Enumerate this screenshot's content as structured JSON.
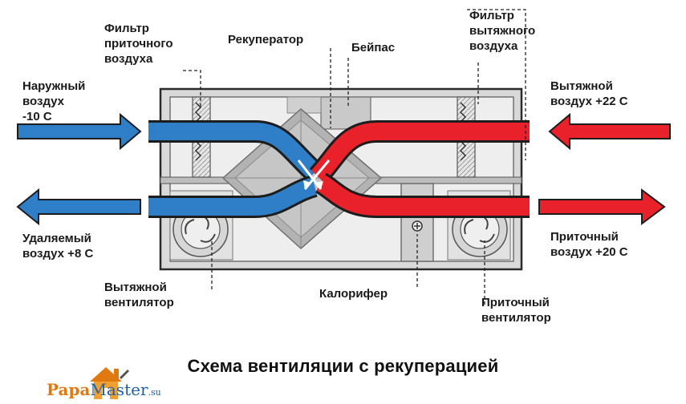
{
  "labels": {
    "filter_supply": "Фильтр\nприточного\nвоздуха",
    "recuperator": "Рекуператор",
    "bypass": "Бейпас",
    "filter_exhaust": "Фильтр\nвытяжного\nвоздуха",
    "outdoor_air": "Наружный\nвоздух\n-10 С",
    "exhaust_in": "Вытяжной\nвоздух +22 С",
    "removed_air": "Удаляемый\nвоздух +8 С",
    "supply_out": "Приточный\nвоздух +20 С",
    "exhaust_fan": "Вытяжной\nвентилятор",
    "heater": "Калорифер",
    "supply_fan": "Приточный\nвентилятор"
  },
  "title": "Схема вентиляции с рекуперацией",
  "logo": {
    "name_part1": "Papa",
    "name_part2": "Master",
    "domain": ".su"
  },
  "colors": {
    "cold": "#2f7fc8",
    "warm": "#e8212a",
    "unit": "#b9b9b9",
    "frame": "#2b2b2b"
  }
}
